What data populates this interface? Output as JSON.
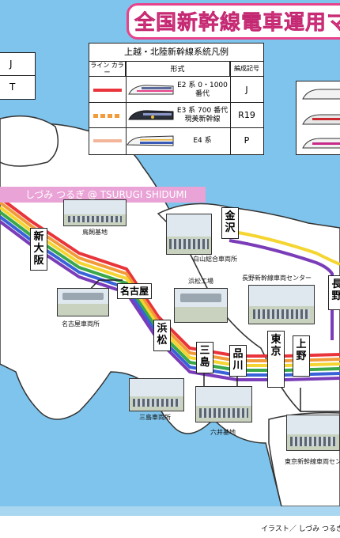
{
  "title": "全国新幹線電車運用マ",
  "colors": {
    "background": "#7fc4ec",
    "land": "#ffffff",
    "title_pink": "#e8428a",
    "watermark_pink": "#e9a3d6"
  },
  "left_legend": {
    "rows": [
      "J",
      "T"
    ]
  },
  "legend": {
    "title": "上越・北陸新幹線系統凡例",
    "headers": {
      "color": "ライン カラー",
      "type": "形式",
      "code": "編成記号"
    },
    "rows": [
      {
        "color": "#e8343a",
        "name": "E2 系 0・1000 番代",
        "code": "J",
        "train_icon": "e2-train-icon"
      },
      {
        "color": "#f29b3b",
        "name": "E3 系 700 番代 現美新幹線",
        "code": "R19",
        "train_icon": "genbi-train-icon"
      },
      {
        "color": "#f3b59a",
        "name": "E4 系",
        "code": "P",
        "train_icon": "e4-train-icon"
      }
    ]
  },
  "watermark": "しづみ つるぎ @ TSURUGI SHIDUMI",
  "stations": [
    "新大阪",
    "名古屋",
    "浜松",
    "三島",
    "品川",
    "東京",
    "上野",
    "金沢",
    "長野"
  ],
  "facilities": [
    "鳥飼基地",
    "名古屋車両所",
    "浜松工場",
    "三島車両所",
    "六井基地",
    "白山総合車両所",
    "長野新幹線車両センター",
    "東京新幹線車両センター"
  ],
  "credit": "イラスト／ しづみ つるぎ",
  "line_colors": [
    "#e8343a",
    "#f29b3b",
    "#f5d531",
    "#3aa84a",
    "#3a62d8",
    "#7a3cb8"
  ]
}
